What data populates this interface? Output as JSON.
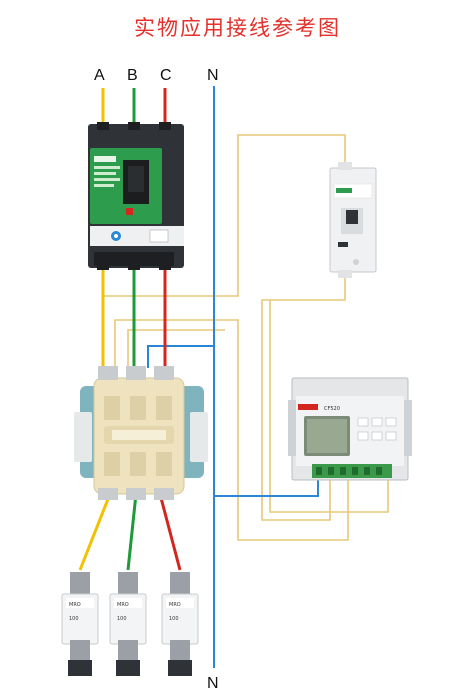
{
  "title": "实物应用接线参考图",
  "phase_labels": {
    "a": "A",
    "b": "B",
    "c": "C",
    "n_top": "N",
    "n_bottom": "N"
  },
  "controller": {
    "model": "CF520"
  },
  "fuses": [
    {
      "brand": "MRO",
      "rating": "100"
    },
    {
      "brand": "MRO",
      "rating": "100"
    },
    {
      "brand": "MRO",
      "rating": "100"
    }
  ],
  "colors": {
    "title": "#e3302b",
    "phase_a": "#f2c200",
    "phase_b": "#1f9a3a",
    "phase_c": "#d3261f",
    "neutral": "#2a86d6",
    "control_wire": "#e8c878",
    "breaker_body": "#2f3236",
    "breaker_face": "#2e9c4d",
    "contactor_body": "#efe3bf",
    "contactor_base": "#7fb3bd"
  }
}
